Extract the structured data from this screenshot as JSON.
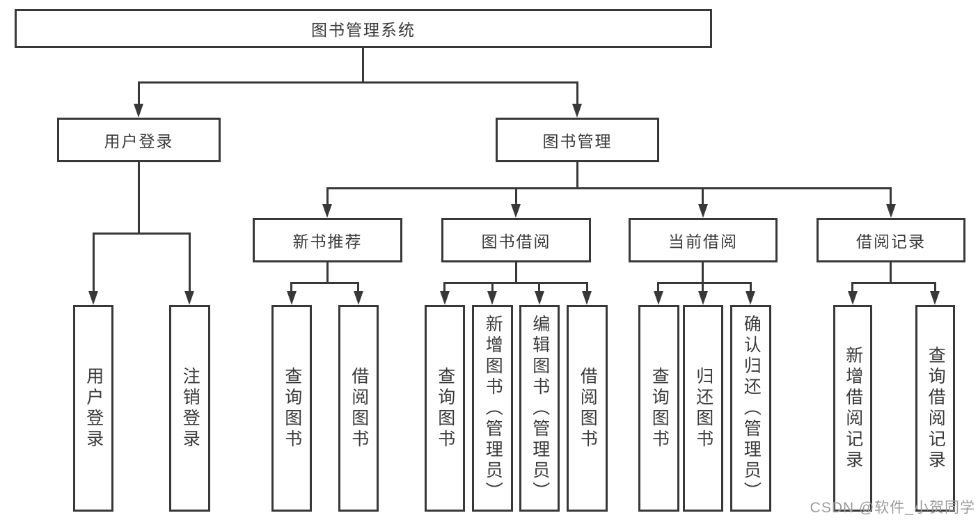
{
  "nodes": {
    "root": "图书管理系统",
    "l2": [
      "用户登录",
      "图书管理"
    ],
    "l3": [
      "新书推荐",
      "图书借阅",
      "当前借阅",
      "借阅记录"
    ],
    "leaves": [
      "用户登录",
      "注销登录",
      "查询图书",
      "借阅图书",
      "查询图书",
      "新增图书（管理员）",
      "编辑图书（管理员）",
      "借阅图书",
      "查询图书",
      "归还图书",
      "确认归还（管理员）",
      "新增借阅记录",
      "查询借阅记录"
    ]
  },
  "watermark": "CSDN @软件_小贺同学",
  "colors": {
    "line": "#383838",
    "text": "#3a3a3a",
    "background": "#ffffff",
    "watermark": "#9b9b9b"
  }
}
